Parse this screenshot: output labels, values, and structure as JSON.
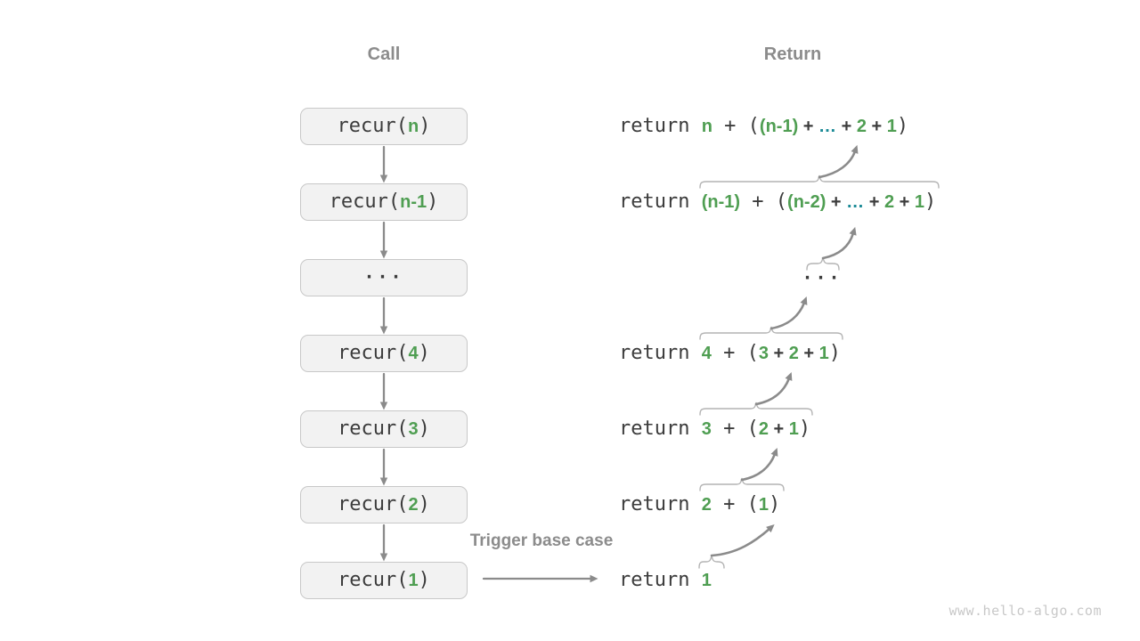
{
  "colors": {
    "green": "#4f9e52",
    "teal": "#1a8a96",
    "dark": "#3c3c3c",
    "gray_label": "#8c8c8c",
    "arrow": "#8b8b8b",
    "brace": "#b4b4b4",
    "box_bg": "#f2f2f2",
    "box_border": "#c8c8c8",
    "watermark": "#c8c8c8"
  },
  "headers": {
    "call": "Call",
    "return": "Return"
  },
  "trigger_label": "Trigger base case",
  "watermark": "www.hello-algo.com",
  "call_column": {
    "boxes": [
      {
        "segments": [
          {
            "text": "recur(",
            "style": "mono"
          },
          {
            "text": "n",
            "style": "green"
          },
          {
            "text": ")",
            "style": "mono"
          }
        ]
      },
      {
        "segments": [
          {
            "text": "recur(",
            "style": "mono"
          },
          {
            "text": "n-1",
            "style": "green"
          },
          {
            "text": ")",
            "style": "mono"
          }
        ]
      },
      {
        "segments": [
          {
            "text": "···",
            "style": "dots"
          }
        ]
      },
      {
        "segments": [
          {
            "text": "recur(",
            "style": "mono"
          },
          {
            "text": "4",
            "style": "green"
          },
          {
            "text": ")",
            "style": "mono"
          }
        ]
      },
      {
        "segments": [
          {
            "text": "recur(",
            "style": "mono"
          },
          {
            "text": "3",
            "style": "green"
          },
          {
            "text": ")",
            "style": "mono"
          }
        ]
      },
      {
        "segments": [
          {
            "text": "recur(",
            "style": "mono"
          },
          {
            "text": "2",
            "style": "green"
          },
          {
            "text": ")",
            "style": "mono"
          }
        ]
      },
      {
        "segments": [
          {
            "text": "recur(",
            "style": "mono"
          },
          {
            "text": "1",
            "style": "green"
          },
          {
            "text": ")",
            "style": "mono"
          }
        ]
      }
    ]
  },
  "return_column": {
    "rows": [
      {
        "segments": [
          {
            "text": "return ",
            "style": "mono"
          },
          {
            "text": "n",
            "style": "green"
          },
          {
            "text": " + (",
            "style": "mono"
          },
          {
            "text": "(n-1)",
            "style": "green"
          },
          {
            "text": " + ",
            "style": "op"
          },
          {
            "text": "…",
            "style": "teal"
          },
          {
            "text": " + ",
            "style": "op"
          },
          {
            "text": "2",
            "style": "green"
          },
          {
            "text": " + ",
            "style": "op"
          },
          {
            "text": "1",
            "style": "green"
          },
          {
            "text": ")",
            "style": "mono"
          }
        ]
      },
      {
        "segments": [
          {
            "text": "return ",
            "style": "mono"
          },
          {
            "text": "(n-1)",
            "style": "green"
          },
          {
            "text": " + (",
            "style": "mono"
          },
          {
            "text": "(n-2)",
            "style": "green"
          },
          {
            "text": " + ",
            "style": "op"
          },
          {
            "text": "…",
            "style": "teal"
          },
          {
            "text": " + ",
            "style": "op"
          },
          {
            "text": "2",
            "style": "green"
          },
          {
            "text": " + ",
            "style": "op"
          },
          {
            "text": "1",
            "style": "green"
          },
          {
            "text": ")",
            "style": "mono"
          }
        ]
      },
      {
        "segments": [
          {
            "text": "···",
            "style": "dots"
          }
        ]
      },
      {
        "segments": [
          {
            "text": "return ",
            "style": "mono"
          },
          {
            "text": "4",
            "style": "green"
          },
          {
            "text": " + (",
            "style": "mono"
          },
          {
            "text": "3",
            "style": "green"
          },
          {
            "text": " + ",
            "style": "op"
          },
          {
            "text": "2",
            "style": "green"
          },
          {
            "text": " + ",
            "style": "op"
          },
          {
            "text": "1",
            "style": "green"
          },
          {
            "text": ")",
            "style": "mono"
          }
        ]
      },
      {
        "segments": [
          {
            "text": "return ",
            "style": "mono"
          },
          {
            "text": "3",
            "style": "green"
          },
          {
            "text": " + (",
            "style": "mono"
          },
          {
            "text": "2",
            "style": "green"
          },
          {
            "text": " + ",
            "style": "op"
          },
          {
            "text": "1",
            "style": "green"
          },
          {
            "text": ")",
            "style": "mono"
          }
        ]
      },
      {
        "segments": [
          {
            "text": "return ",
            "style": "mono"
          },
          {
            "text": "2",
            "style": "green"
          },
          {
            "text": " + (",
            "style": "mono"
          },
          {
            "text": "1",
            "style": "green"
          },
          {
            "text": ")",
            "style": "mono"
          }
        ]
      },
      {
        "segments": [
          {
            "text": "return ",
            "style": "mono"
          },
          {
            "text": "1",
            "style": "green"
          }
        ]
      }
    ]
  }
}
